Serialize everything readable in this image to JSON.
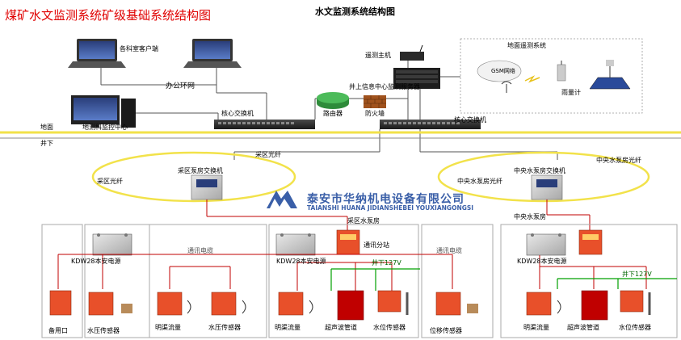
{
  "heading_red": "煤矿水文监测系统矿级基础系统结构图",
  "heading_main": "水文监测系统结构图",
  "surface": {
    "above": "地面",
    "below": "井下"
  },
  "nodes": {
    "clients": "各科室客户端",
    "office_net": "办公环网",
    "monitor_center": "地测科监控中心",
    "core_switch_left": "核心交换机",
    "core_switch_right": "核心交换机",
    "router": "路由器",
    "firewall": "防火墙",
    "telemetry_host": "遥测主机",
    "info_server": "井上信息中心监测服务器",
    "surface_telemetry": "地面遥测系统",
    "gsm": "GSM网络",
    "rain_gauge": "雨量计",
    "mining_fiber_top": "采区光纤",
    "mining_fiber_left": "采区光纤",
    "mining_pump_switch": "采区泵房交换机",
    "central_fiber_left": "中央水泵房光纤",
    "central_fiber_right": "中央水泵房光纤",
    "central_pump_switch": "中央水泵房交换机",
    "mining_pump_room": "采区水泵房",
    "central_pump_room": "中央水泵房",
    "comm_cable_1": "通讯电缆",
    "comm_cable_2": "通讯电缆",
    "comm_substation": "通讯分站",
    "power_1": "KDW28本安电源",
    "power_2": "KDW28本安电源",
    "power_3": "KDW28本安电源",
    "v127_1": "井下127V",
    "v127_2": "井下127V",
    "spare_port": "备用口",
    "pressure_1": "水压传感器",
    "channel_flow_1": "明渠流量",
    "pressure_2": "水压传感器",
    "channel_flow_2": "明渠流量",
    "ultrasonic_1": "超声波管道",
    "level_1": "水位传感器",
    "displacement": "位移传感器",
    "channel_flow_3": "明渠流量",
    "ultrasonic_2": "超声波管道",
    "level_2": "水位传感器"
  },
  "brand": {
    "name": "泰安市华纳机电设备有限公司",
    "romanized": "TAIANSHI HUANA JIDIANSHEBEI YOUXIANGONGSI"
  },
  "colors": {
    "fiber_ring": "#f2e24a",
    "power_line_red": "#c00000",
    "power_line_green": "#00a000",
    "device_red": "#e8502a",
    "brand_blue": "#3a5fa8",
    "title_red": "#e00000"
  }
}
